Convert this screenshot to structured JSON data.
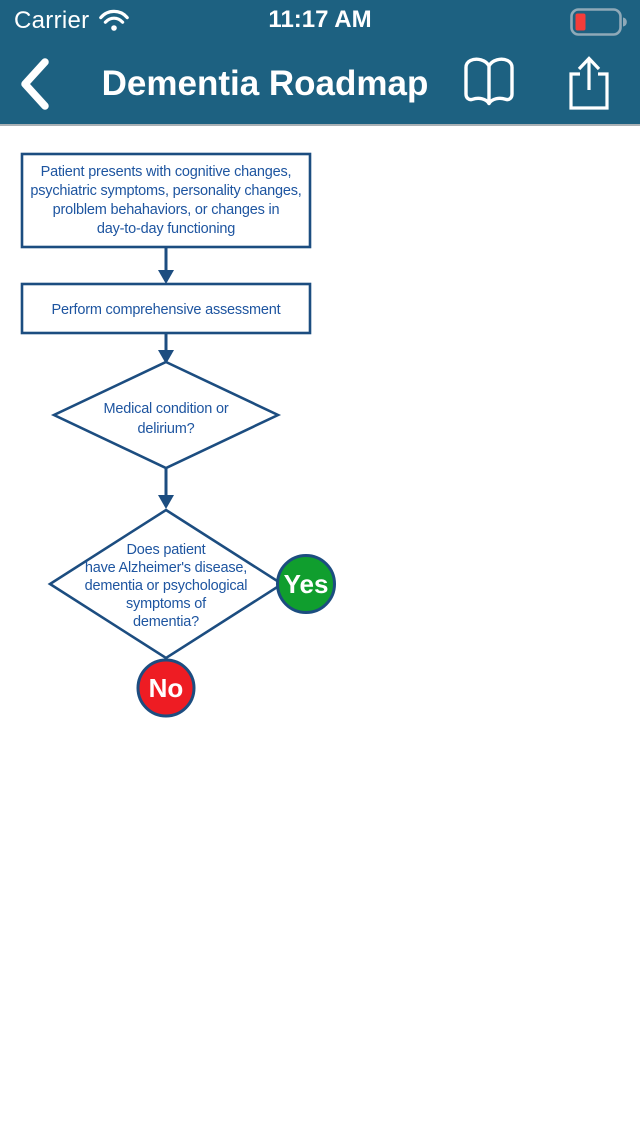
{
  "status_bar": {
    "carrier": "Carrier",
    "time": "11:17 AM"
  },
  "nav_bar": {
    "title": "Dementia Roadmap"
  },
  "colors": {
    "header_bg": "#1d6181",
    "flow_line": "#1c4d80",
    "flow_text": "#1e55a0",
    "yes_green": "#109e2e",
    "no_red": "#ee1c23",
    "battery_low_red": "#f43d3a"
  },
  "flowchart": {
    "box1": {
      "lines": [
        "Patient presents with cognitive changes,",
        "psychiatric symptoms, personality changes,",
        "prolblem behahaviors, or changes in",
        "day-to-day functioning"
      ]
    },
    "box2": {
      "lines": [
        "Perform comprehensive assessment"
      ]
    },
    "diamond1": {
      "lines": [
        "Medical condition or",
        "delirium?"
      ]
    },
    "diamond2": {
      "lines": [
        "Does patient",
        "have Alzheimer's disease,",
        "dementia or psychological",
        "symptoms of",
        "dementia?"
      ]
    },
    "yes_label": "Yes",
    "no_label": "No"
  }
}
